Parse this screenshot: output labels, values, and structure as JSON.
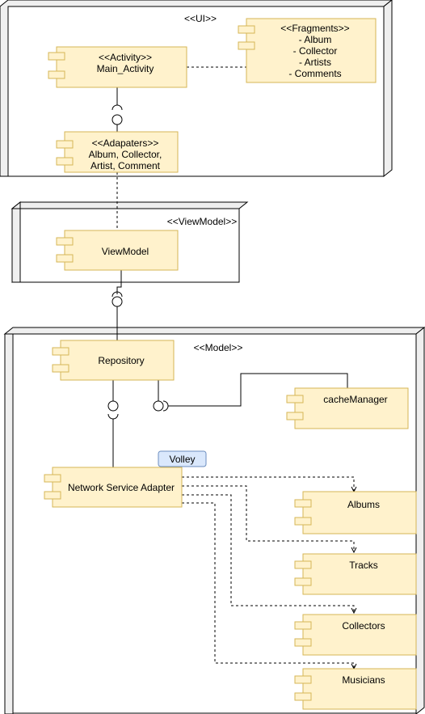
{
  "nodes": {
    "ui": {
      "stereotype": "<<UI>>"
    },
    "viewmodel_layer": {
      "stereotype": "<<ViewModel>>"
    },
    "model": {
      "stereotype": "<<Model>>"
    }
  },
  "components": {
    "main_activity": {
      "lines": [
        "<<Activity>>",
        "Main_Activity"
      ]
    },
    "fragments": {
      "lines": [
        "<<Fragments>>",
        "- Album",
        "- Collector",
        "- Artists",
        "- Comments"
      ]
    },
    "adapters": {
      "lines": [
        "<<Adapaters>>",
        "Album, Collector,",
        "Artist, Comment"
      ]
    },
    "viewmodel": {
      "lines": [
        "ViewModel"
      ]
    },
    "repository": {
      "lines": [
        "Repository"
      ]
    },
    "cache_manager": {
      "lines": [
        "cacheManager"
      ]
    },
    "network_adapter": {
      "lines": [
        "Network Service Adapter"
      ]
    },
    "albums": {
      "lines": [
        "Albums"
      ]
    },
    "tracks": {
      "lines": [
        "Tracks"
      ]
    },
    "collectors": {
      "lines": [
        "Collectors"
      ]
    },
    "musicians": {
      "lines": [
        "Musicians"
      ]
    }
  },
  "tags": {
    "volley": "Volley"
  },
  "colors": {
    "component_fill": "#FFF2CC",
    "component_stroke": "#D6B656",
    "tag_fill": "#DAE8FC",
    "tag_stroke": "#6C8EBF",
    "node_side": "#EFEFEF"
  }
}
